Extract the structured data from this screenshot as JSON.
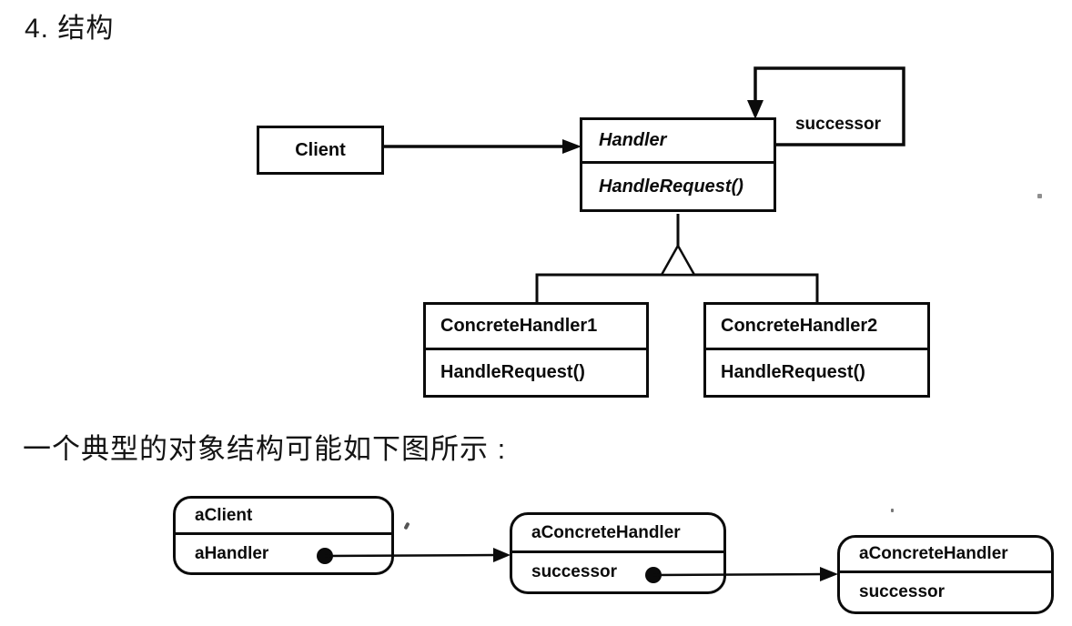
{
  "page": {
    "title": "4. 结构",
    "caption": "一个典型的对象结构可能如下图所示 :",
    "colors": {
      "ink": "#0b0b0b",
      "paper": "#ffffff"
    }
  },
  "class_diagram": {
    "client": {
      "name": "Client"
    },
    "handler": {
      "name": "Handler",
      "method": "HandleRequest()"
    },
    "successor_label": "successor",
    "concrete_handler_1": {
      "name": "ConcreteHandler1",
      "method": "HandleRequest()"
    },
    "concrete_handler_2": {
      "name": "ConcreteHandler2",
      "method": "HandleRequest()"
    }
  },
  "object_diagram": {
    "client_object": {
      "name": "aClient",
      "field": "aHandler"
    },
    "handler_object_1": {
      "name": "aConcreteHandler",
      "field": "successor"
    },
    "handler_object_2": {
      "name": "aConcreteHandler",
      "field": "successor"
    }
  }
}
